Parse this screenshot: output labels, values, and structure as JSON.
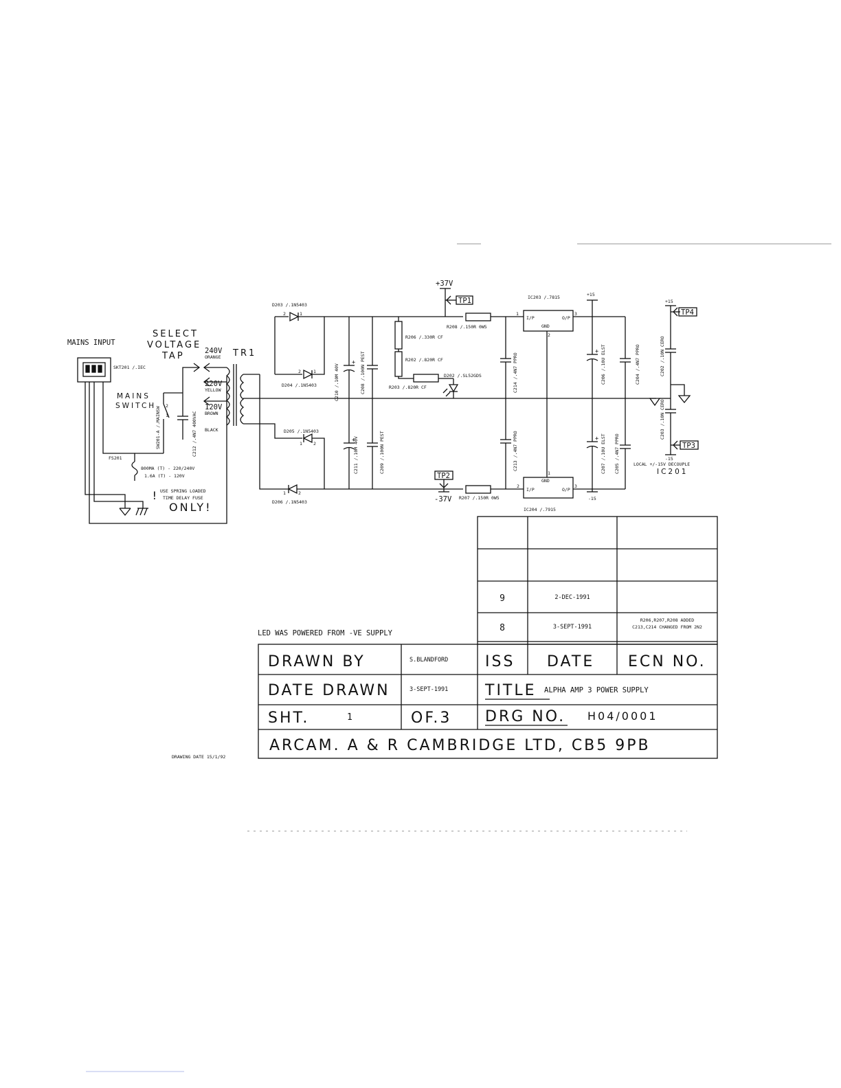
{
  "drawing": {
    "mains_input": "MAINS INPUT",
    "select": "SELECT",
    "voltage": "VOLTAGE",
    "tap": "TAP",
    "socket": "SKT201 /.IEC",
    "mains": "MAINS",
    "switch": "SWITCH",
    "switch_ref": "SW201-A /.MAINSW",
    "c212": "C212 /.4N7 400VAC",
    "fuse_ref": "FS201",
    "fuse_rating_1": "800MA (T) - 220/240V",
    "fuse_rating_2": "1.6A (T) - 120V",
    "fuse_note_1": "USE SPRING LOADED",
    "fuse_note_2": "TIME DELAY FUSE",
    "fuse_note_3": "ONLY!",
    "exclaim": "!",
    "tap_240": "240V",
    "tap_240_color": "ORANGE",
    "tap_220": "220V",
    "tap_220_color": "YELLOW",
    "tap_120": "120V",
    "tap_120_color": "BROWN",
    "tap_black": "BLACK",
    "transformer": "TR1",
    "d203": "D203 /.1N5403",
    "d204": "D204 /.1N5403",
    "d205": "D205 /.1N5403",
    "d206": "D206 /.1N5403",
    "pin1": "1",
    "pin2": "2",
    "pin3": "3",
    "c210": "C210 /.10M 40V",
    "c208": "C208 /.100N PEST",
    "c211": "C211 /.10M 40V",
    "c209": "C209 /.100N PEST",
    "r206": "R206 /.330R CF",
    "r202": "R202 /.820R CF",
    "r203": "R203 /.820R CF",
    "d202": "D202 /.SL52GDS",
    "r208": "R208 /.150R 0W5",
    "r207": "R207 /.150R 0W5",
    "plus37": "+37V",
    "minus37": "-37V",
    "tp1": "TP1",
    "tp2": "TP2",
    "tp3": "TP3",
    "tp4": "TP4",
    "c214": "C214 /.4N7 PPRO",
    "c213": "C213 /.4N7 PPRO",
    "ic203": "IC203 /.7815",
    "ic204": "IC204 /.7915",
    "ip": "I/P",
    "op": "O/P",
    "gnd": "GND",
    "plus15": "+15",
    "minus15": "-15",
    "c206": "C206 /.10U ELST",
    "c204": "C204 /.4N7 PPRO",
    "c207": "C207 /.10U ELST",
    "c205": "C205 /.4N7 PPRO",
    "c202": "C202 /.10N CERO",
    "c203": "C203 /.10N CERO",
    "local_decouple": "LOCAL +/-15V DECOUPLE",
    "ic201": "IC201",
    "drawing_date": "DRAWING DATE 15/1/92",
    "led_note": "LED WAS POWERED FROM -VE SUPPLY"
  },
  "revisions": [
    {
      "iss": "",
      "date": "",
      "ecn": ""
    },
    {
      "iss": "",
      "date": "",
      "ecn": ""
    },
    {
      "iss": "9",
      "date": "2-DEC-1991",
      "ecn": ""
    },
    {
      "iss": "8",
      "date": "3-SEPT-1991",
      "ecn_1": "R206,R207,R208 ADDED",
      "ecn_2": "C213,C214 CHANGED FROM 2N2"
    }
  ],
  "title_block": {
    "drawn_by_label": "DRAWN BY",
    "drawn_by": "S.BLANDFORD",
    "iss_label": "ISS",
    "date_label": "DATE",
    "ecn_label": "ECN NO.",
    "date_drawn_label": "DATE DRAWN",
    "date_drawn": "3-SEPT-1991",
    "title_label": "TITLE",
    "title": "ALPHA AMP 3 POWER SUPPLY",
    "sht_label": "SHT.",
    "sht": "1",
    "of_label": "OF.3",
    "drg_label": "DRG NO.",
    "drg_no": "H04/0001",
    "company": "ARCAM. A & R CAMBRIDGE LTD, CB5 9PB"
  }
}
